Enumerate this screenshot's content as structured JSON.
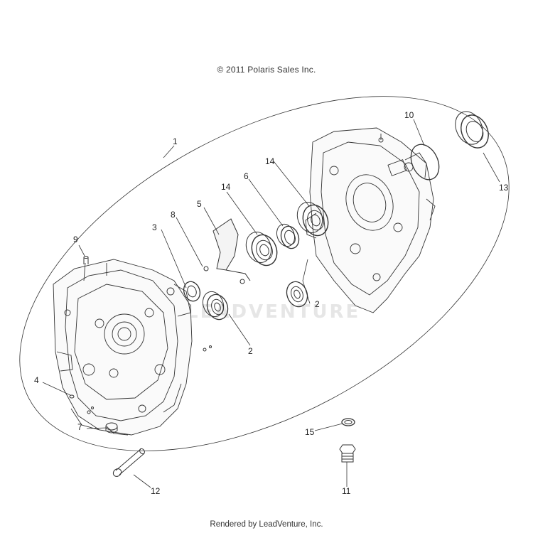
{
  "copyright": "© 2011 Polaris Sales Inc.",
  "rendered_by": "Rendered by LeadVenture, Inc.",
  "watermark": "LEADVENTURE",
  "callouts": {
    "c1": "1",
    "c2a": "2",
    "c2b": "2",
    "c3": "3",
    "c4": "4",
    "c5": "5",
    "c6": "6",
    "c7": "7",
    "c8": "8",
    "c9": "9",
    "c10": "10",
    "c11": "11",
    "c12": "12",
    "c13": "13",
    "c14a": "14",
    "c14b": "14",
    "c15": "15"
  }
}
